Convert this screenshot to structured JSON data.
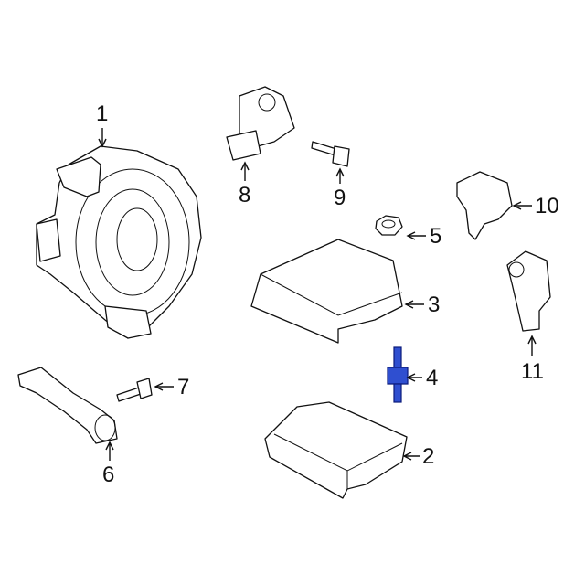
{
  "diagram": {
    "highlight_color": "#2f4fd0",
    "callouts": [
      {
        "id": "1",
        "label": "1"
      },
      {
        "id": "2",
        "label": "2"
      },
      {
        "id": "3",
        "label": "3"
      },
      {
        "id": "4",
        "label": "4"
      },
      {
        "id": "5",
        "label": "5"
      },
      {
        "id": "6",
        "label": "6"
      },
      {
        "id": "7",
        "label": "7"
      },
      {
        "id": "8",
        "label": "8"
      },
      {
        "id": "9",
        "label": "9"
      },
      {
        "id": "10",
        "label": "10"
      },
      {
        "id": "11",
        "label": "11"
      }
    ]
  }
}
